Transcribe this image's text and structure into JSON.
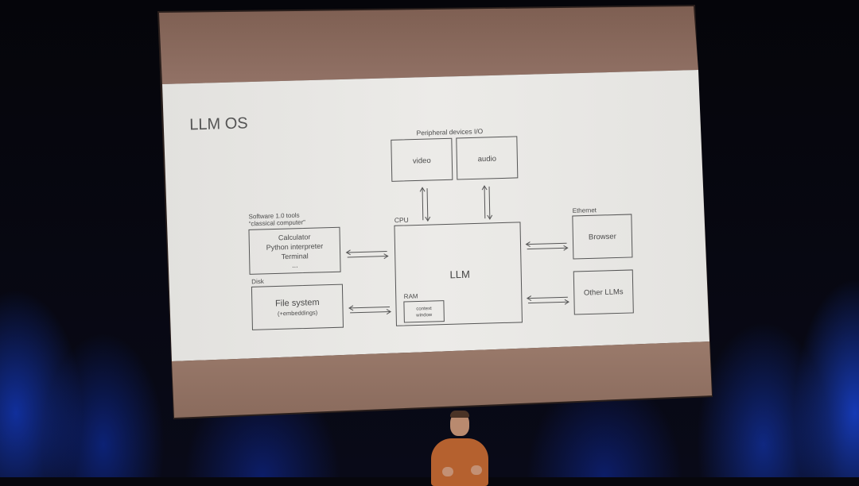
{
  "slide": {
    "title": "LLM OS",
    "peripheral_label": "Peripheral devices I/O",
    "video_label": "video",
    "audio_label": "audio",
    "cpu_label": "CPU",
    "llm_label": "LLM",
    "ram_label": "RAM",
    "context_line1": "context",
    "context_line2": "window",
    "software_label_line1": "Software 1.0 tools",
    "software_label_line2": "“classical computer”",
    "tools_line1": "Calculator",
    "tools_line2": "Python interpreter",
    "tools_line3": "Terminal",
    "tools_line4": "...",
    "disk_label": "Disk",
    "filesystem_line1": "File system",
    "filesystem_line2": "(+embeddings)",
    "ethernet_label": "Ethernet",
    "browser_label": "Browser",
    "other_llms_label": "Other LLMs"
  },
  "colors": {
    "slide_bg": "#e6e4e0",
    "slide_band": "#8a6a5c",
    "slide_ink": "#4a4a4a",
    "stage_blue": "#1f46c8",
    "speaker_shirt": "#b5612f"
  }
}
